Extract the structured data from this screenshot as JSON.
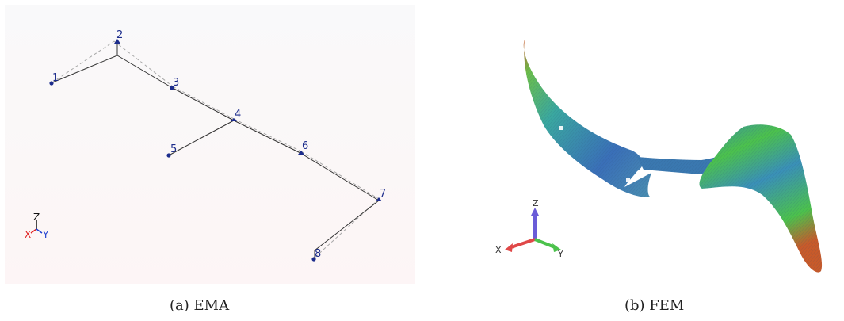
{
  "figure": {
    "captions": {
      "a": "(a) EMA",
      "b": "(b) FEM"
    },
    "ema": {
      "nodes": [
        {
          "label": "1"
        },
        {
          "label": "2"
        },
        {
          "label": "3"
        },
        {
          "label": "4"
        },
        {
          "label": "5"
        },
        {
          "label": "6"
        },
        {
          "label": "7"
        },
        {
          "label": "8"
        }
      ],
      "triad": {
        "x": "X",
        "y": "Y",
        "z": "Z"
      },
      "colors": {
        "node": "#1c2c8c",
        "label": "#1c2c8c",
        "line": "#333333",
        "deformed": "#a8a8a8",
        "axis_x": "#e02020",
        "axis_y": "#2040d0",
        "axis_z": "#111111"
      }
    },
    "fem": {
      "triad": {
        "x": "X",
        "y": "Y",
        "z": "Z"
      },
      "colors": {
        "axis_x": "#e04848",
        "axis_y": "#4cc24c",
        "axis_z": "#6a5cd8",
        "surface_low": "#3a5fb0",
        "surface_mid": "#3aa8a0",
        "surface_high": "#4cc24c",
        "surface_peak": "#c85a2a"
      }
    }
  }
}
